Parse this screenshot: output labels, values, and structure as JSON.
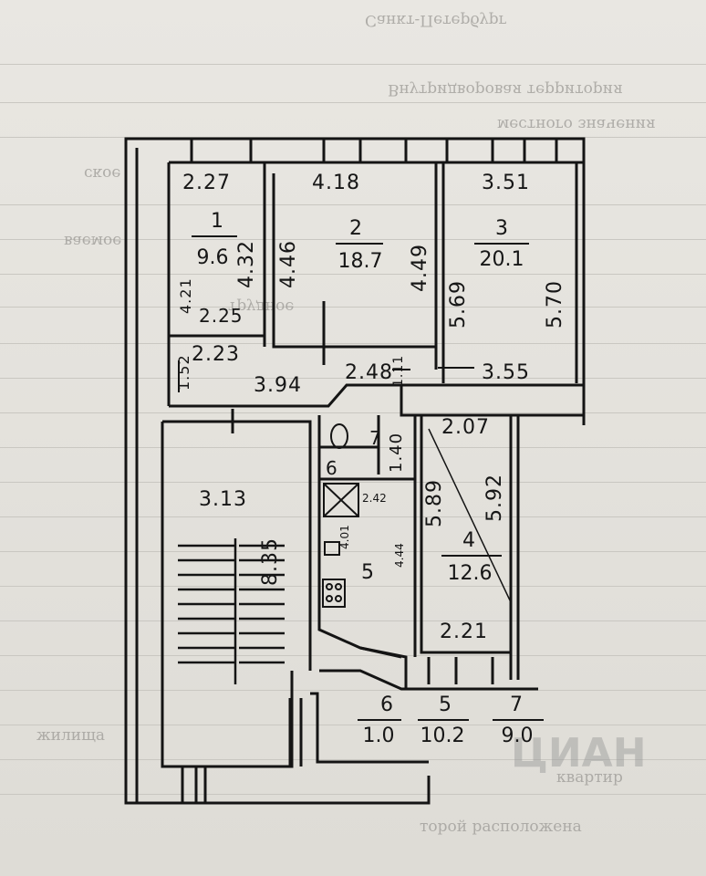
{
  "background_text": [
    "Санкт-Петербург",
    "Внутридворовая территория",
    "местного значения",
    "ское",
    "ваемое",
    "трудное",
    "жилища",
    "квартир",
    "торой расположена"
  ],
  "watermark": "ЦИАН",
  "rooms": [
    {
      "number": "1",
      "area": "9.6"
    },
    {
      "number": "2",
      "area": "18.7"
    },
    {
      "number": "3",
      "area": "20.1"
    },
    {
      "number": "4",
      "area": "12.6"
    },
    {
      "number": "5",
      "area": "10.2"
    },
    {
      "number": "6",
      "area": "1.0"
    },
    {
      "number": "7",
      "area": "9.0"
    }
  ],
  "kitchen_number": "5",
  "bath_numbers": {
    "seven": "7",
    "six": "6"
  },
  "dimensions": {
    "r1_top": "2.27",
    "r2_top": "4.18",
    "r3_top": "3.51",
    "r1_right": "4.32",
    "r1_left": "4.21",
    "r1_small": "2.25",
    "r1_bottom": "2.23",
    "corridor_left": "1.52",
    "r2_left": "4.46",
    "r2_right": "4.49",
    "r3_left": "5.69",
    "r3_right": "5.70",
    "corridor": "3.94",
    "corridor_mid": "2.48",
    "corridor_small": "1.11",
    "r3_bottom": "3.55",
    "bath_v": "1.40",
    "r4_top": "2.07",
    "r4_left": "5.89",
    "r4_right": "5.92",
    "r4_bottom": "2.21",
    "stair_w": "3.13",
    "stair_h": "8.35",
    "k_top": "2.42",
    "k_left": "4.01",
    "k_right": "4.44"
  }
}
